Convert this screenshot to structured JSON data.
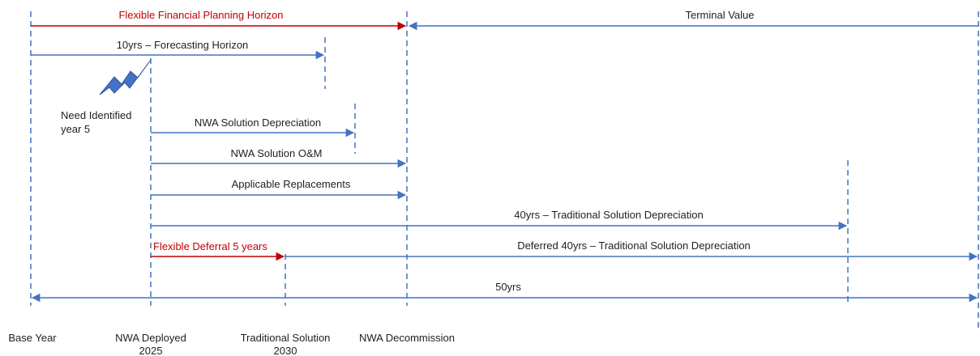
{
  "colors": {
    "blue": "#4472c4",
    "red": "#c00000",
    "text": "#1f1f1f",
    "lightning": "#4472c4"
  },
  "timeline": {
    "markers": [
      {
        "name": "Base Year",
        "sublabel": ""
      },
      {
        "name": "NWA Deployed",
        "sublabel": "2025"
      },
      {
        "name": "Traditional Solution",
        "sublabel": "2030"
      },
      {
        "name": "NWA Decommission",
        "sublabel": ""
      }
    ]
  },
  "spans": {
    "flexible_planning": "Flexible Financial Planning Horizon",
    "terminal_value": "Terminal Value",
    "forecasting": "10yrs – Forecasting Horizon",
    "nwa_depreciation": "NWA Solution Depreciation",
    "nwa_om": "NWA Solution O&M",
    "replacements": "Applicable Replacements",
    "trad_depreciation": "40yrs – Traditional Solution Depreciation",
    "flexible_deferral": "Flexible Deferral 5 years",
    "deferred_trad_depreciation": "Deferred 40yrs – Traditional Solution Depreciation",
    "total": "50yrs"
  },
  "annotation": {
    "need_line1": "Need Identified",
    "need_line2": "year 5",
    "icon": "lightning-bolt-icon"
  }
}
